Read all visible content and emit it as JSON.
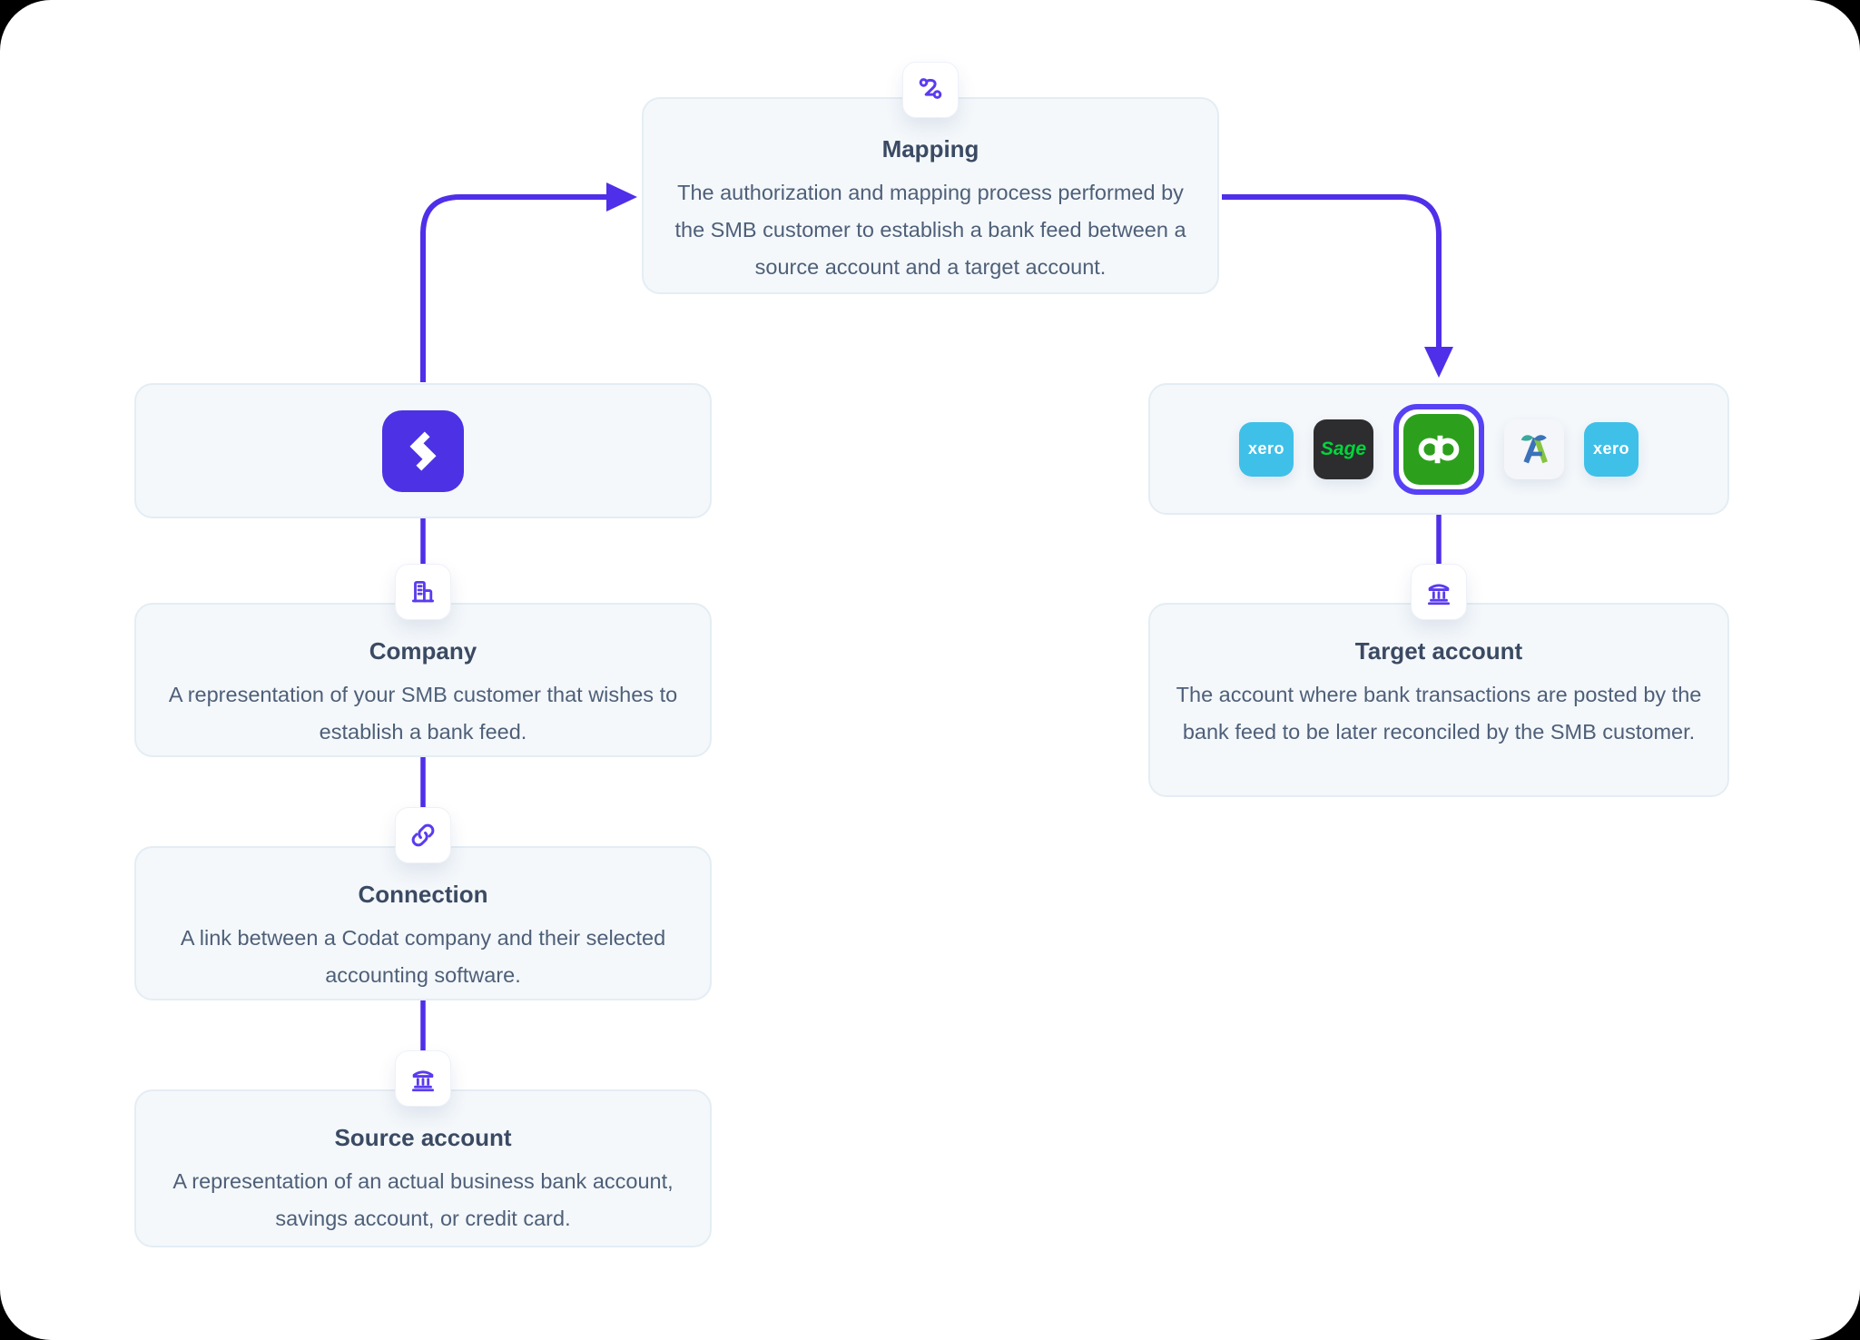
{
  "colors": {
    "page_bg": "#000000",
    "canvas_bg": "#ffffff",
    "card_bg": "#f4f8fb",
    "card_border": "#e4edf4",
    "tile_bg": "#ffffff",
    "tile_border": "#edf1f8",
    "title_text": "#3b4a63",
    "body_text": "#4e5f78",
    "accent": "#4f2fe9",
    "icon_purple": "#5a3bf0",
    "codat_purple": "#4c32e4",
    "xero_blue": "#3fc0e8",
    "sage_dark": "#2d2d2f",
    "sage_green": "#00d639",
    "qb_green": "#2ca01c",
    "qb_ring": "#5741f5",
    "fa_bg": "#f4f6fa",
    "fa_blue": "#3b72b9",
    "fa_green": "#86c440",
    "fa_teal": "#3aa99a"
  },
  "nodes": {
    "mapping": {
      "title": "Mapping",
      "body": "The authorization and mapping process performed by the SMB customer to establish a bank feed between a source account and a target account."
    },
    "company": {
      "title": "Company",
      "body": "A representation of your SMB customer that wishes to establish a bank feed."
    },
    "connection": {
      "title": "Connection",
      "body": "A link between a Codat company and their selected accounting software."
    },
    "source_account": {
      "title": "Source account",
      "body": "A representation of an actual business bank account, savings account, or credit card."
    },
    "target_account": {
      "title": "Target account",
      "body": "The account where bank transactions are posted by the bank feed to be later reconciled by the SMB customer."
    }
  },
  "logos": {
    "codat": "Codat",
    "row": [
      {
        "name": "Xero",
        "label": "xero"
      },
      {
        "name": "Sage",
        "label": "Sage"
      },
      {
        "name": "QuickBooks",
        "label": "qb",
        "selected": true
      },
      {
        "name": "FreeAgent",
        "label": ""
      },
      {
        "name": "Xero",
        "label": "xero"
      }
    ]
  }
}
